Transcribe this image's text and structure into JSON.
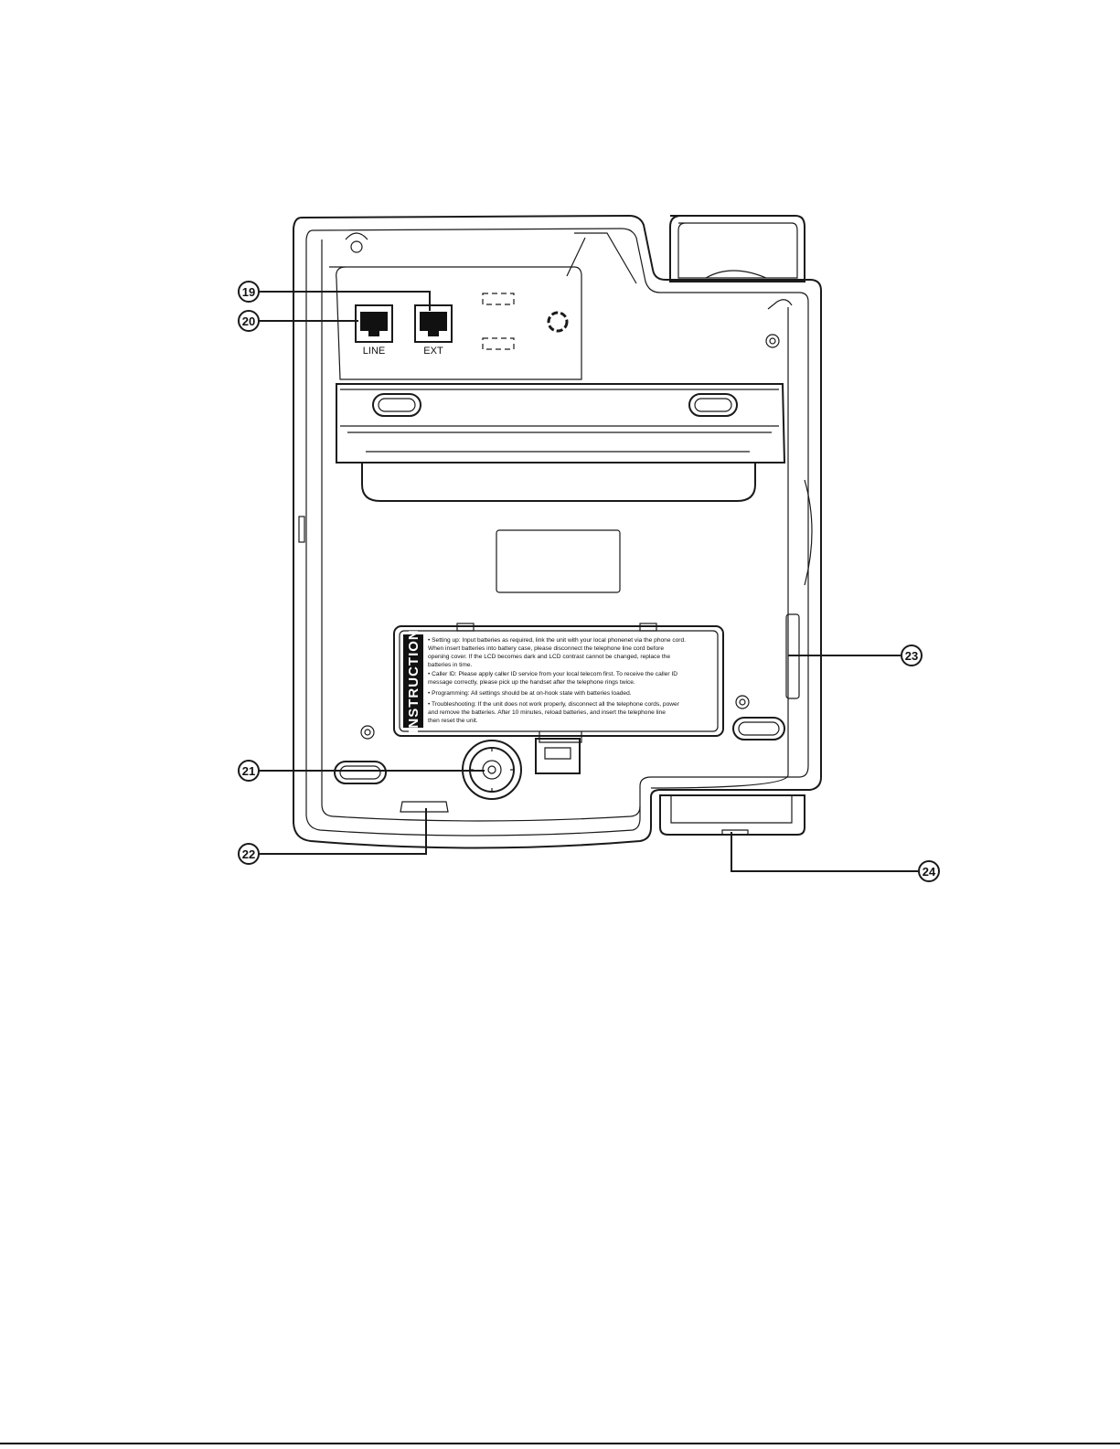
{
  "ports": {
    "line": "LINE",
    "ext": "EXT"
  },
  "callouts": [
    "19",
    "20",
    "21",
    "22",
    "23",
    "24"
  ],
  "instruction": {
    "title": "INSTRUCTION",
    "lines": [
      "• Setting up: Input batteries as required, link the unit with your local phonenet via the phone cord.",
      "  When insert batteries into battery case, please disconnect the telephone line cord before",
      "  opening cover. If the LCD becomes dark and LCD contrast cannot be changed, replace the",
      "  batteries in time.",
      "• Caller ID: Please apply caller ID service from your local telecom first. To receive the caller ID",
      "  message correctly, please pick up the handset after the telephone rings twice.",
      "• Programming: All settings should be at on-hook state with batteries loaded.",
      "• Troubleshooting: If the unit does not work properly, disconnect all the telephone cords, power",
      "  and remove the batteries. After 10 minutes, reload batteries, and insert the telephone line",
      "  then reset the unit."
    ]
  }
}
